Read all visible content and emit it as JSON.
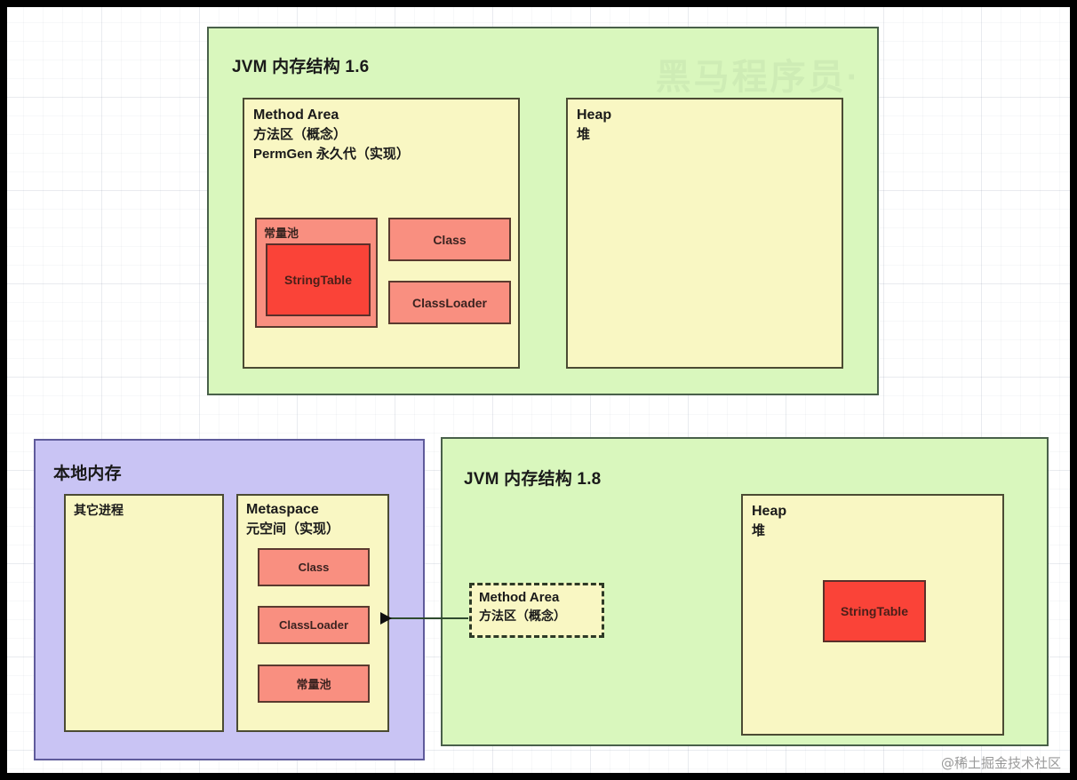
{
  "diagram": {
    "title_16": "JVM 内存结构 1.6",
    "title_18": "JVM 内存结构 1.8",
    "local_memory_title": "本地内存",
    "method_area": {
      "name_en": "Method Area",
      "concept_cn": "方法区（概念）",
      "impl_cn": "PermGen 永久代（实现）"
    },
    "method_area_18": {
      "name_en": "Method Area",
      "concept_cn": "方法区（概念）"
    },
    "heap": {
      "name_en": "Heap",
      "name_cn": "堆"
    },
    "heap_18": {
      "name_en": "Heap",
      "name_cn": "堆"
    },
    "constant_pool_label": "常量池",
    "string_table_label": "StringTable",
    "string_table_label_18": "StringTable",
    "class_label": "Class",
    "classloader_label": "ClassLoader",
    "other_process_label": "其它进程",
    "metaspace": {
      "name_en": "Metaspace",
      "name_cn": "元空间（实现）"
    },
    "metaspace_items": [
      {
        "label": "Class"
      },
      {
        "label": "ClassLoader"
      },
      {
        "label": "常量池"
      }
    ]
  },
  "watermarks": {
    "top_right": "黑马程序员·",
    "bottom_right": "@稀土掘金技术社区"
  },
  "colors": {
    "green_panel": "#d9f7bd",
    "green_border": "#49604a",
    "purple_panel": "#c9c4f4",
    "purple_border": "#5f5b9b",
    "yellow_box": "#f9f7c3",
    "yellow_border": "#4b4b33",
    "salmon_box": "#f98f80",
    "red_box": "#fa4338",
    "canvas": "#ffffff",
    "frame": "#000000"
  }
}
